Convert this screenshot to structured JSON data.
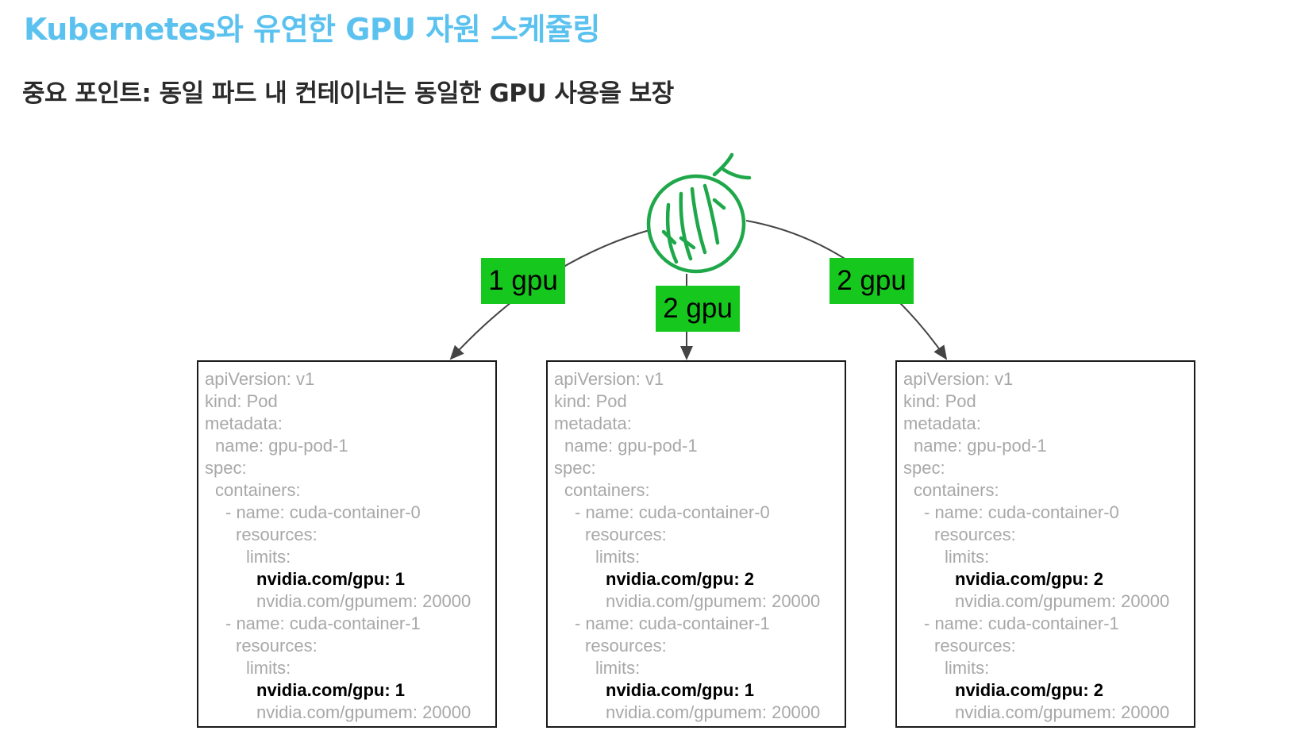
{
  "title": "Kubernetes와 유연한 GPU 자원 스케쥴링",
  "subtitle": "중요 포인트: 동일 파드 내 컨테이너는 동일한 GPU 사용을 보장",
  "icon": "melon-icon",
  "colors": {
    "title": "#5bc2f0",
    "badge": "#16c81e",
    "icon": "#1ea84a"
  },
  "badges": [
    "1 gpu",
    "2 gpu",
    "2 gpu"
  ],
  "pods": [
    {
      "lines": [
        {
          "text": "apiVersion: v1",
          "indent": 0,
          "bold": false
        },
        {
          "text": "kind: Pod",
          "indent": 0,
          "bold": false
        },
        {
          "text": "metadata:",
          "indent": 0,
          "bold": false
        },
        {
          "text": "name: gpu-pod-1",
          "indent": 1,
          "bold": false
        },
        {
          "text": "spec:",
          "indent": 0,
          "bold": false
        },
        {
          "text": "containers:",
          "indent": 1,
          "bold": false
        },
        {
          "text": "- name: cuda-container-0",
          "indent": 2,
          "bold": false
        },
        {
          "text": "resources:",
          "indent": 3,
          "bold": false
        },
        {
          "text": "limits:",
          "indent": 4,
          "bold": false
        },
        {
          "text": "nvidia.com/gpu: 1",
          "indent": 5,
          "bold": true
        },
        {
          "text": "nvidia.com/gpumem: 20000",
          "indent": 5,
          "bold": false
        },
        {
          "text": "- name: cuda-container-1",
          "indent": 2,
          "bold": false
        },
        {
          "text": "resources:",
          "indent": 3,
          "bold": false
        },
        {
          "text": "limits:",
          "indent": 4,
          "bold": false
        },
        {
          "text": "nvidia.com/gpu: 1",
          "indent": 5,
          "bold": true
        },
        {
          "text": "nvidia.com/gpumem: 20000",
          "indent": 5,
          "bold": false
        }
      ]
    },
    {
      "lines": [
        {
          "text": "apiVersion: v1",
          "indent": 0,
          "bold": false
        },
        {
          "text": "kind: Pod",
          "indent": 0,
          "bold": false
        },
        {
          "text": "metadata:",
          "indent": 0,
          "bold": false
        },
        {
          "text": "name: gpu-pod-1",
          "indent": 1,
          "bold": false
        },
        {
          "text": "spec:",
          "indent": 0,
          "bold": false
        },
        {
          "text": "containers:",
          "indent": 1,
          "bold": false
        },
        {
          "text": "- name: cuda-container-0",
          "indent": 2,
          "bold": false
        },
        {
          "text": "resources:",
          "indent": 3,
          "bold": false
        },
        {
          "text": "limits:",
          "indent": 4,
          "bold": false
        },
        {
          "text": "nvidia.com/gpu: 2",
          "indent": 5,
          "bold": true
        },
        {
          "text": "nvidia.com/gpumem: 20000",
          "indent": 5,
          "bold": false
        },
        {
          "text": "- name: cuda-container-1",
          "indent": 2,
          "bold": false
        },
        {
          "text": "resources:",
          "indent": 3,
          "bold": false
        },
        {
          "text": "limits:",
          "indent": 4,
          "bold": false
        },
        {
          "text": "nvidia.com/gpu: 1",
          "indent": 5,
          "bold": true
        },
        {
          "text": "nvidia.com/gpumem: 20000",
          "indent": 5,
          "bold": false
        }
      ]
    },
    {
      "lines": [
        {
          "text": "apiVersion: v1",
          "indent": 0,
          "bold": false
        },
        {
          "text": "kind: Pod",
          "indent": 0,
          "bold": false
        },
        {
          "text": "metadata:",
          "indent": 0,
          "bold": false
        },
        {
          "text": "name: gpu-pod-1",
          "indent": 1,
          "bold": false
        },
        {
          "text": "spec:",
          "indent": 0,
          "bold": false
        },
        {
          "text": "containers:",
          "indent": 1,
          "bold": false
        },
        {
          "text": "- name: cuda-container-0",
          "indent": 2,
          "bold": false
        },
        {
          "text": "resources:",
          "indent": 3,
          "bold": false
        },
        {
          "text": "limits:",
          "indent": 4,
          "bold": false
        },
        {
          "text": "nvidia.com/gpu: 2",
          "indent": 5,
          "bold": true
        },
        {
          "text": "nvidia.com/gpumem: 20000",
          "indent": 5,
          "bold": false
        },
        {
          "text": "- name: cuda-container-1",
          "indent": 2,
          "bold": false
        },
        {
          "text": "resources:",
          "indent": 3,
          "bold": false
        },
        {
          "text": "limits:",
          "indent": 4,
          "bold": false
        },
        {
          "text": "nvidia.com/gpu: 2",
          "indent": 5,
          "bold": true
        },
        {
          "text": "nvidia.com/gpumem: 20000",
          "indent": 5,
          "bold": false
        }
      ]
    }
  ]
}
